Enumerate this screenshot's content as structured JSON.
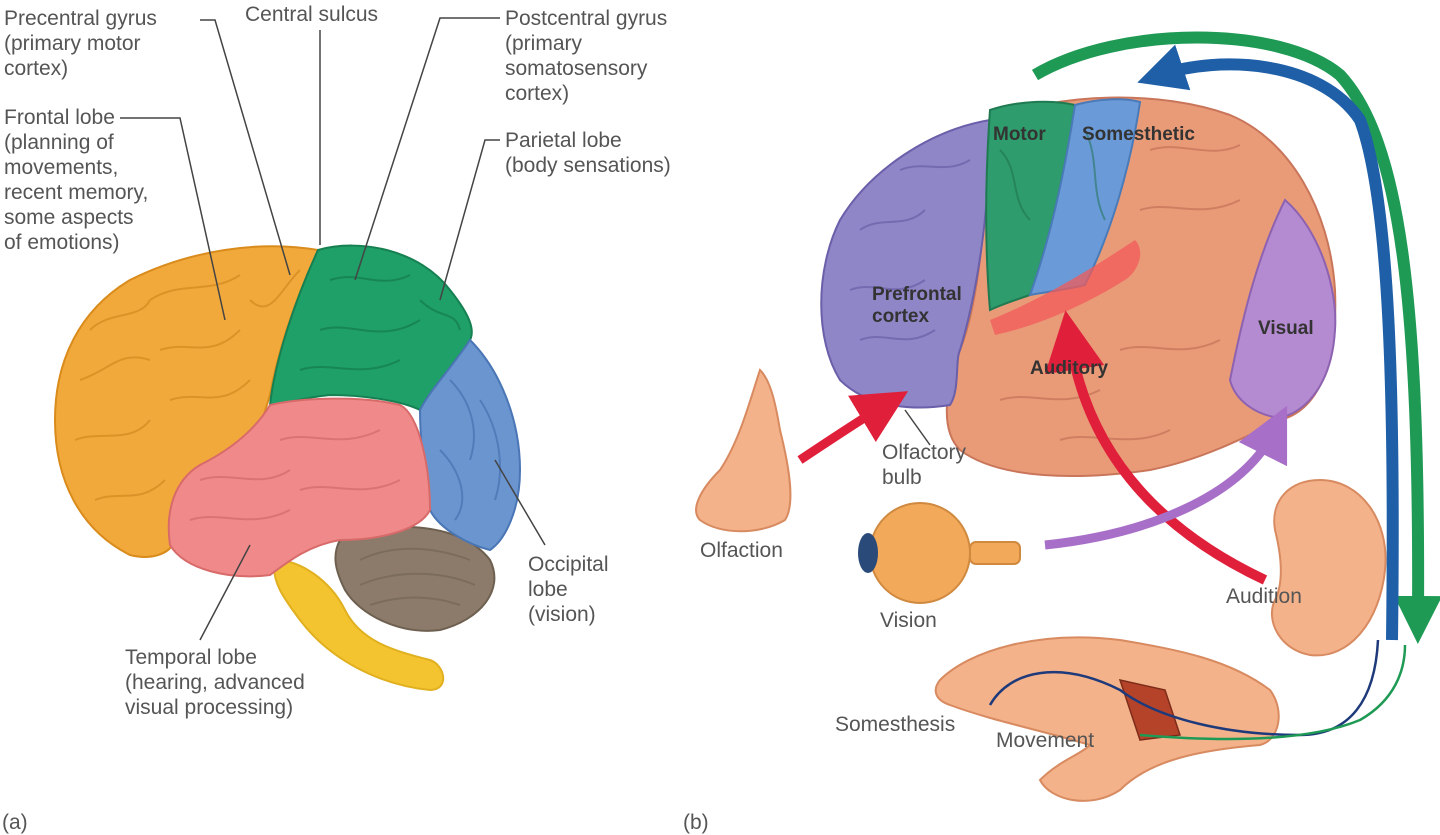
{
  "panel_a": {
    "tag": "(a)",
    "precentral": [
      "Precentral gyrus",
      "(primary motor",
      "cortex)"
    ],
    "central_sulcus": "Central sulcus",
    "postcentral": [
      "Postcentral gyrus",
      "(primary",
      "somatosensory",
      "cortex)"
    ],
    "frontal": [
      "Frontal lobe",
      "(planning of",
      "movements,",
      "recent memory,",
      "some aspects",
      "of emotions)"
    ],
    "parietal": [
      "Parietal lobe",
      "(body sensations)"
    ],
    "occipital": [
      "Occipital",
      "lobe",
      "(vision)"
    ],
    "temporal": [
      "Temporal lobe",
      "(hearing, advanced",
      "visual processing)"
    ]
  },
  "panel_b": {
    "tag": "(b)",
    "motor": "Motor",
    "somesthetic": "Somesthetic",
    "prefrontal": [
      "Prefrontal",
      "cortex"
    ],
    "visual": "Visual",
    "auditory": "Auditory",
    "olfactory_bulb": [
      "Olfactory",
      "bulb"
    ],
    "olfaction": "Olfaction",
    "vision": "Vision",
    "audition": "Audition",
    "somesthesis": "Somesthesis",
    "movement": "Movement"
  },
  "colors": {
    "frontal": "#f2a93b",
    "parietal": "#1fa068",
    "occipital": "#6b95cf",
    "temporal": "#f08a8a",
    "cerebellum": "#8c7b6a",
    "brainstem": "#f4c430",
    "prefrontal": "#8f86c8",
    "motor_strip": "#2e9c6c",
    "somesthetic_strip": "#6a9bd8",
    "association": "#e99b78",
    "visual_region": "#b48ad0",
    "green_arrow": "#1f9a55",
    "blue_arrow": "#1e5fa8",
    "red_arrow": "#e0203a",
    "purple_arrow": "#a86fc8"
  }
}
